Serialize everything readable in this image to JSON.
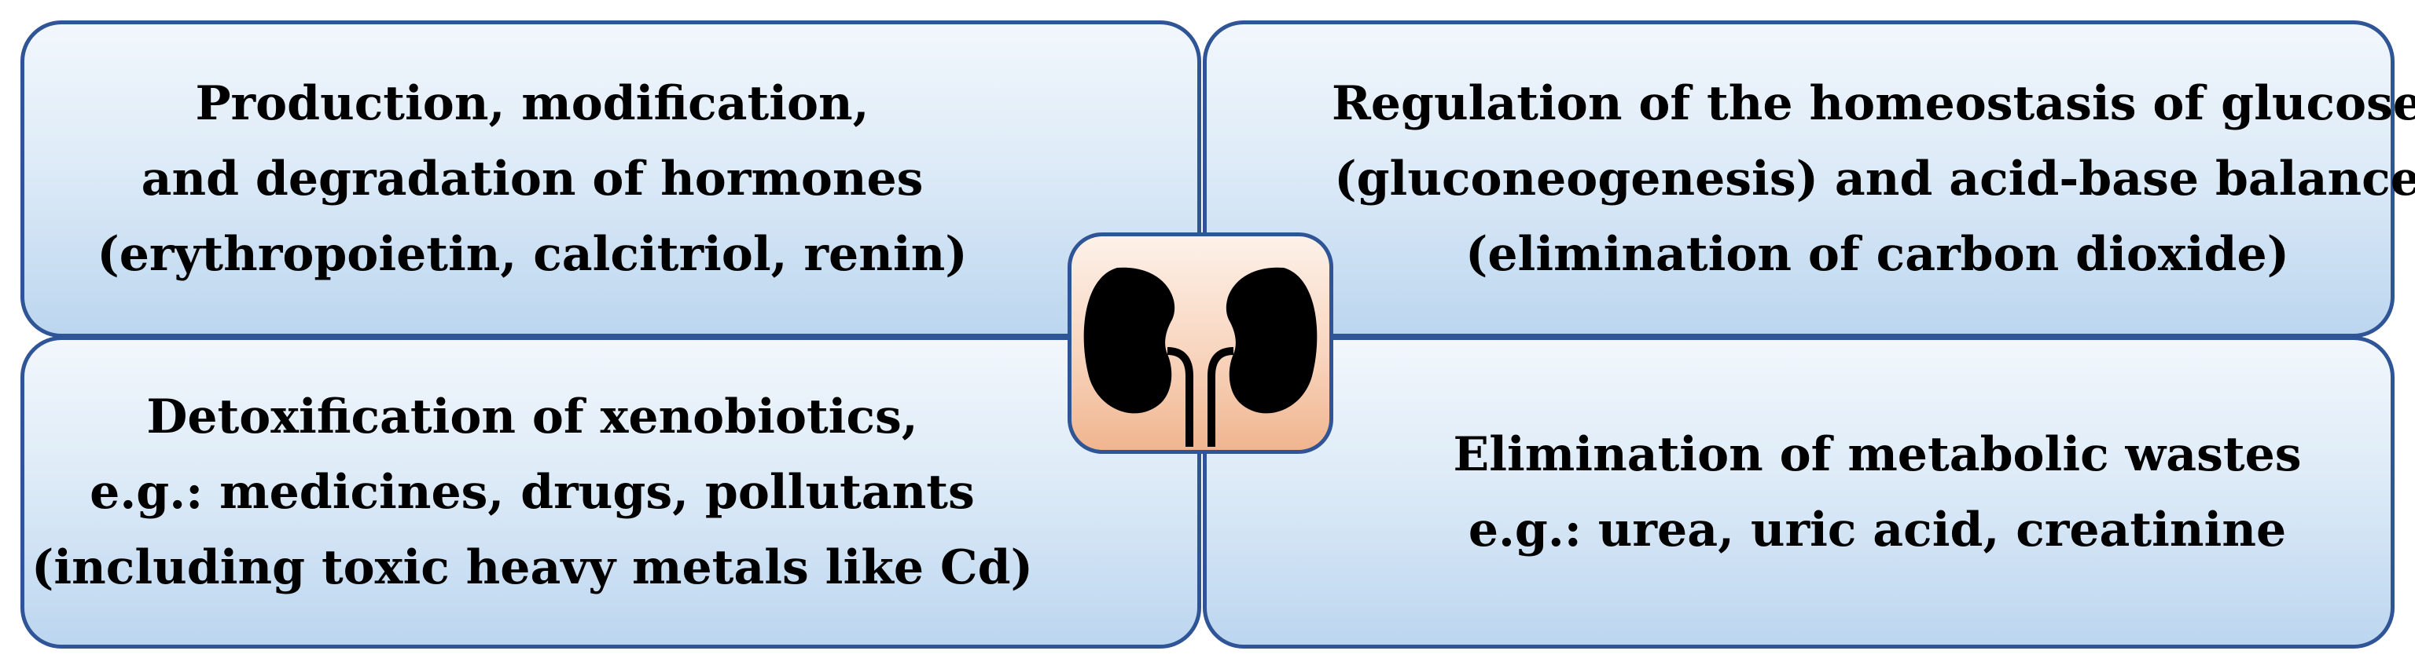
{
  "boxes": {
    "top_left": {
      "lines": [
        "Production, modification,",
        "and degradation of hormones",
        "(erythropoietin, calcitriol, renin)"
      ]
    },
    "top_right": {
      "lines": [
        "Regulation of the homeostasis of glucose",
        "(gluconeogenesis) and acid-base balance",
        "(elimination of carbon dioxide)"
      ]
    },
    "bottom_left": {
      "lines": [
        "Detoxification of xenobiotics,",
        "e.g.: medicines, drugs, pollutants",
        "(including toxic heavy metals like Cd)"
      ]
    },
    "bottom_right": {
      "lines": [
        "Elimination of metabolic wastes",
        "e.g.: urea, uric acid, creatinine"
      ]
    }
  },
  "center_icon": "kidneys-icon",
  "colors": {
    "border": "#2f5597",
    "box_fill_top": "#f2f7fc",
    "box_fill_bottom": "#bcd6ef",
    "center_fill_top": "#fdf1e9",
    "center_fill_bottom": "#f0b58f",
    "icon": "#000000"
  }
}
